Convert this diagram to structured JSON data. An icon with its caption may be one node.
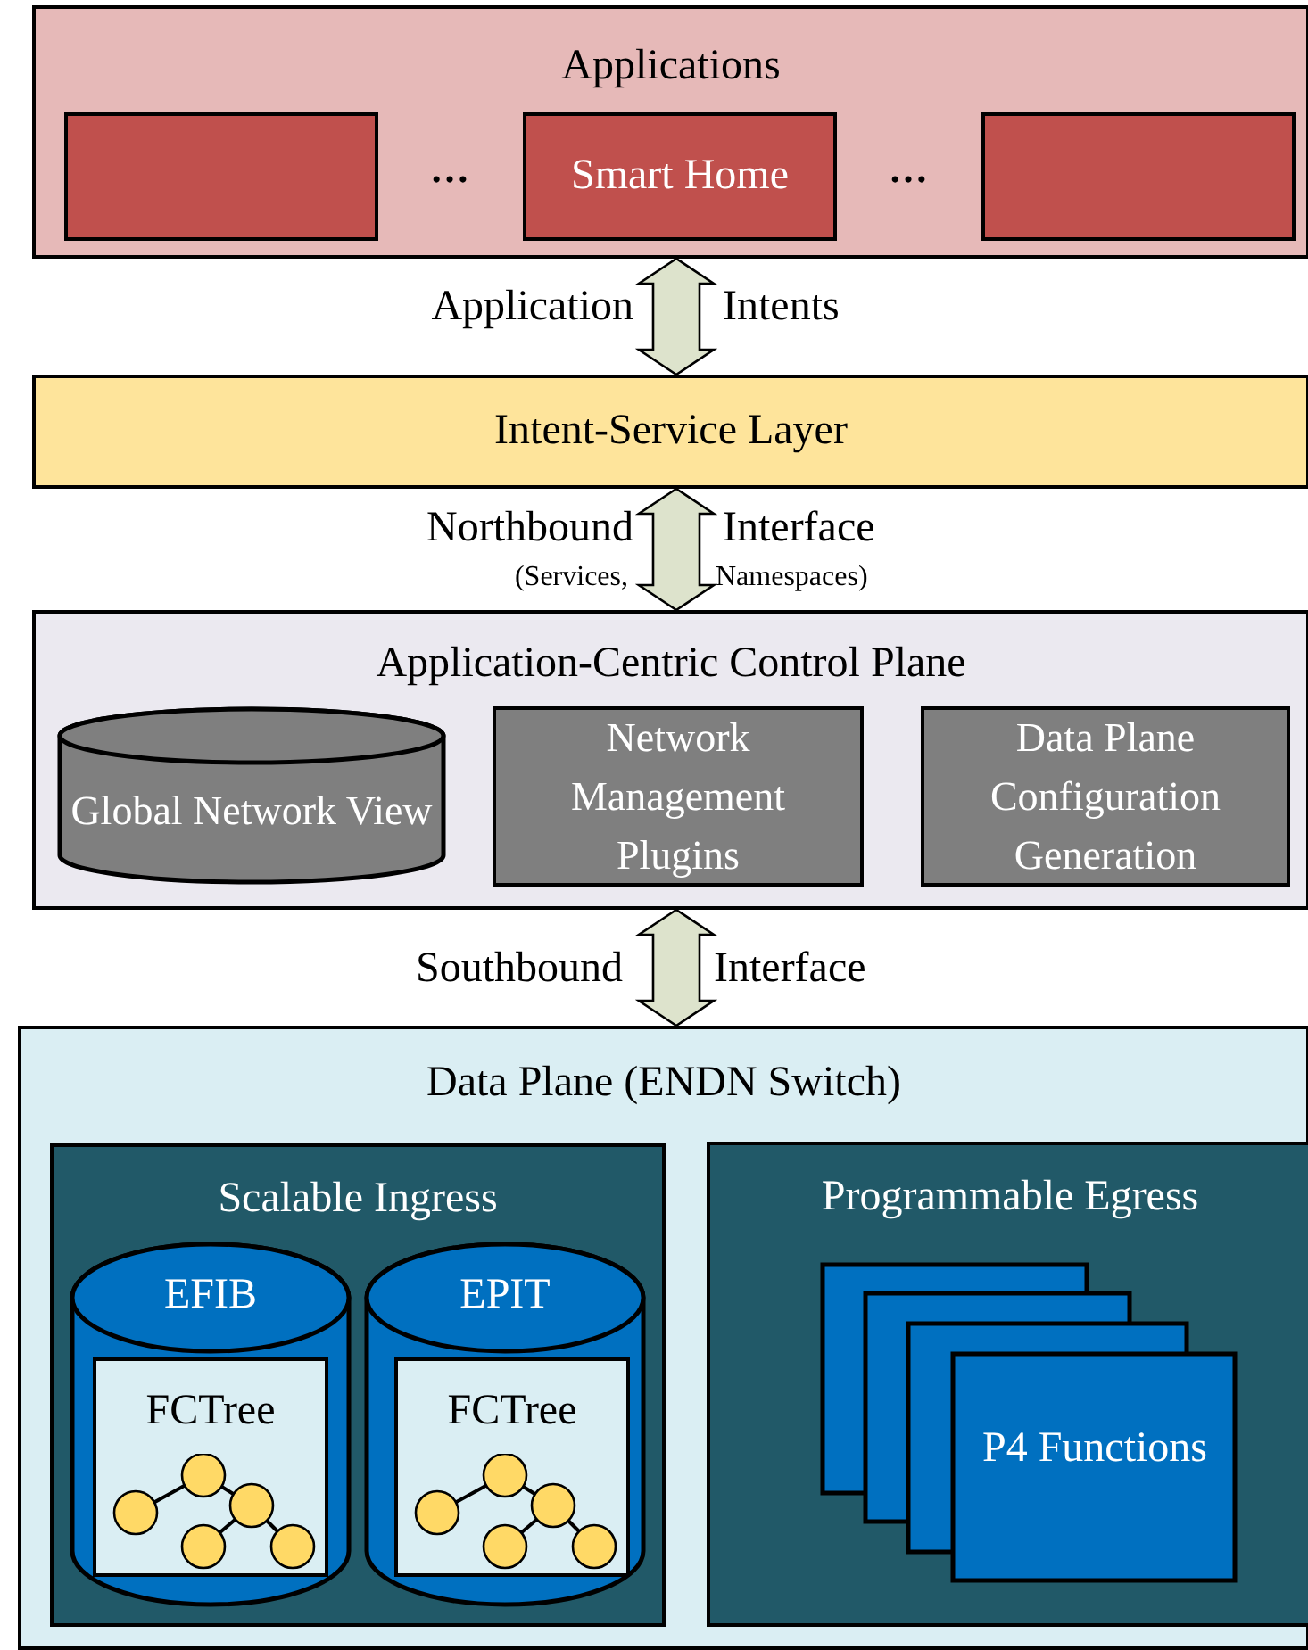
{
  "diagram": {
    "nodes": [
      {
        "text": [
          "Applications"
        ]
      },
      {
        "text": [],
        "shape": "box",
        "in": 0
      },
      {
        "text": [
          "Smart Home"
        ],
        "in": 0
      },
      {
        "text": [],
        "shape": "box",
        "in": 0
      },
      {
        "text": [
          "Intent-Service Layer"
        ]
      },
      {
        "text": [
          "Application-Centric Control Plane"
        ]
      },
      {
        "text": [
          "Global Network View"
        ],
        "in": 5
      },
      {
        "text": [
          "Network Management Plugins"
        ],
        "in": 5
      },
      {
        "text": [
          "Data Plane Configuration Generation"
        ],
        "in": 5
      },
      {
        "text": [
          "Data Plane (ENDN Switch)"
        ]
      },
      {
        "text": [
          "Scalable Ingress"
        ],
        "in": 9
      },
      {
        "text": [
          "EFIB"
        ],
        "in": 10
      },
      {
        "text": [
          "FCTree"
        ],
        "in": 11
      },
      {
        "text": [
          "EPIT"
        ],
        "in": 10
      },
      {
        "text": [
          "FCTree"
        ],
        "in": 13
      },
      {
        "text": [
          "Programmable Egress"
        ],
        "in": 9
      },
      {
        "text": [
          "P4 Functions"
        ],
        "in": 15
      }
    ],
    "edges": [
      {
        "from": 0,
        "to": 4,
        "arrow": "both"
      },
      {
        "from": 4,
        "to": 5,
        "arrow": "both"
      },
      {
        "from": 5,
        "to": 9,
        "arrow": "both"
      }
    ],
    "labels": [
      "…",
      "…",
      "Application",
      "Intents",
      "Northbound",
      "Interface",
      "(Services,",
      "Namespaces)",
      "Southbound",
      "Interface"
    ]
  }
}
